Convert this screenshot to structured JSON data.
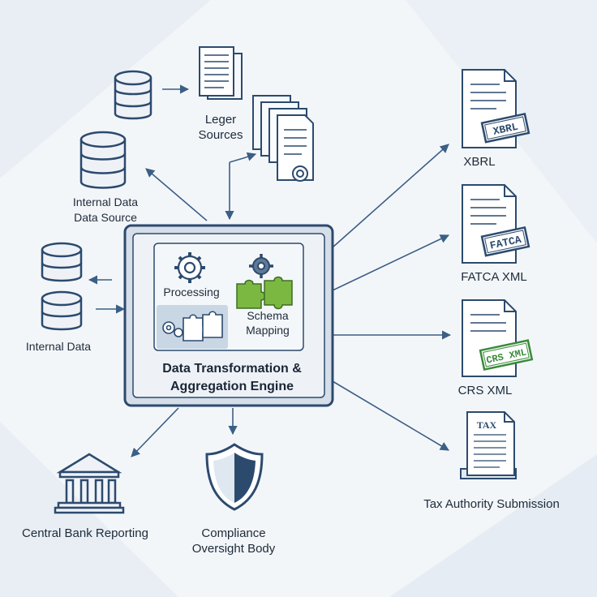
{
  "engine": {
    "title_line1": "Data Transformation &",
    "title_line2": "Aggregation Engine",
    "processing_label": "Processing",
    "mapping_label_line1": "Schema",
    "mapping_label_line2": "Mapping"
  },
  "sources": {
    "ledger_line1": "Leger",
    "ledger_line2": "Sources",
    "internal_source_line1": "Internal Data",
    "internal_source_line2": "Data Source",
    "internal_data": "Internal Data"
  },
  "outputs": {
    "xbrl": "XBRL",
    "xbrl_stamp": "XBRL",
    "fatca": "FATCA XML",
    "fatca_stamp": "FATCA",
    "crs": "CRS XML",
    "crs_stamp": "CRS XML",
    "tax": "Tax Authority Submission",
    "tax_doc": "TAX",
    "central_bank": "Central Bank Reporting",
    "compliance_line1": "Compliance",
    "compliance_line2": "Oversight Body"
  },
  "colors": {
    "navy": "#2c4a6e",
    "arrow": "#3b5f85",
    "engine_fill": "#e7edf4",
    "stamp_green": "#3a8a3a",
    "puzzle_green": "#7bb842"
  }
}
